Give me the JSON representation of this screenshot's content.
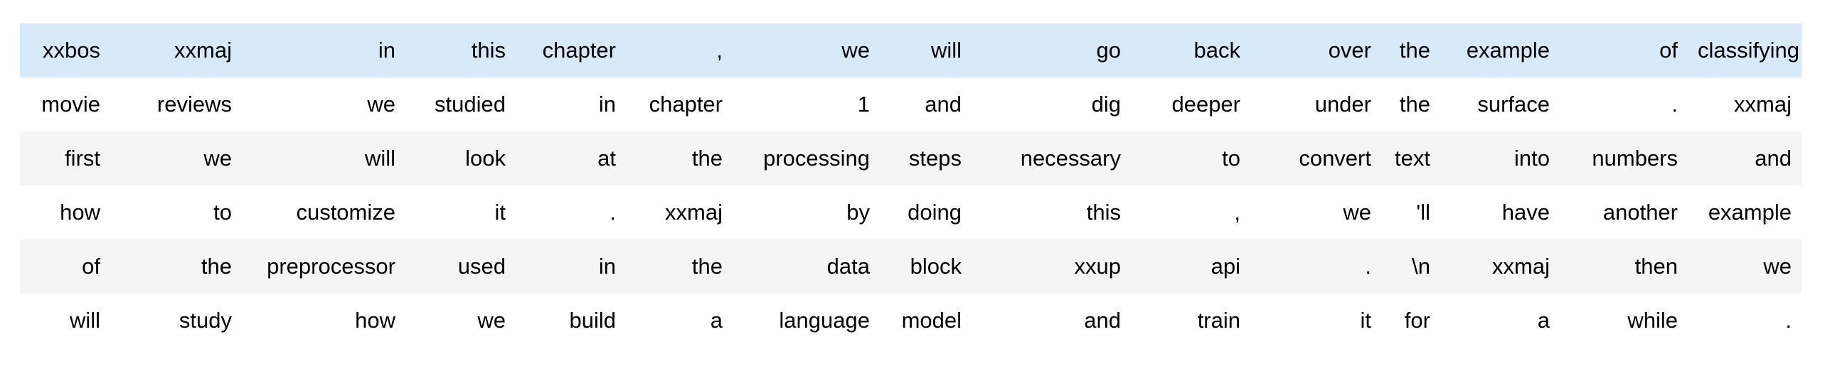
{
  "table": {
    "description": "tokenized-text-dataframe",
    "highlight_color": "#d8eafa",
    "stripe_color": "#f5f5f5",
    "text_color": "#000000",
    "background_color": "#ffffff",
    "highlighted_row_index": 0,
    "num_columns": 15,
    "rows": [
      [
        "xxbos",
        "xxmaj",
        "in",
        "this",
        "chapter",
        ",",
        "we",
        "will",
        "go",
        "back",
        "over",
        "the",
        "example",
        "of",
        "classifying"
      ],
      [
        "movie",
        "reviews",
        "we",
        "studied",
        "in",
        "chapter",
        "1",
        "and",
        "dig",
        "deeper",
        "under",
        "the",
        "surface",
        ".",
        "xxmaj"
      ],
      [
        "first",
        "we",
        "will",
        "look",
        "at",
        "the",
        "processing",
        "steps",
        "necessary",
        "to",
        "convert",
        "text",
        "into",
        "numbers",
        "and"
      ],
      [
        "how",
        "to",
        "customize",
        "it",
        ".",
        "xxmaj",
        "by",
        "doing",
        "this",
        ",",
        "we",
        "'ll",
        "have",
        "another",
        "example"
      ],
      [
        "of",
        "the",
        "preprocessor",
        "used",
        "in",
        "the",
        "data",
        "block",
        "xxup",
        "api",
        ".",
        "\\n",
        "xxmaj",
        "then",
        "we"
      ],
      [
        "will",
        "study",
        "how",
        "we",
        "build",
        "a",
        "language",
        "model",
        "and",
        "train",
        "it",
        "for",
        "a",
        "while",
        "."
      ]
    ]
  }
}
